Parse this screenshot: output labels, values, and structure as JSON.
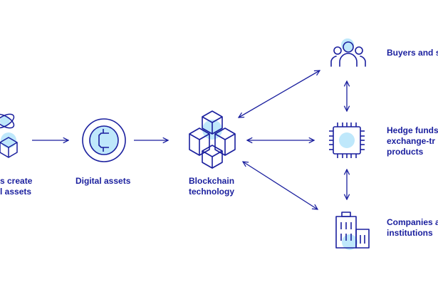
{
  "colors": {
    "ink": "#1a1f9e",
    "accent": "#bfe8fb",
    "background": "#ffffff"
  },
  "nodes": [
    {
      "id": "creators",
      "icon": "atom-cube-icon",
      "label_lines": [
        "s create",
        "l assets"
      ]
    },
    {
      "id": "digital_assets",
      "icon": "currency-coin-icon",
      "label_lines": [
        "Digital assets"
      ]
    },
    {
      "id": "blockchain",
      "icon": "stacked-cubes-icon",
      "label_lines": [
        "Blockchain",
        "technology"
      ]
    },
    {
      "id": "buyers",
      "icon": "people-group-icon",
      "label_lines": [
        "Buyers and s"
      ]
    },
    {
      "id": "hedge_funds",
      "icon": "microchip-icon",
      "label_lines": [
        "Hedge funds",
        "exchange-tr",
        "products"
      ]
    },
    {
      "id": "companies",
      "icon": "office-building-icon",
      "label_lines": [
        "Companies a",
        "institutions"
      ]
    }
  ],
  "edges": [
    {
      "from": "creators",
      "to": "digital_assets",
      "direction": "forward"
    },
    {
      "from": "digital_assets",
      "to": "blockchain",
      "direction": "forward"
    },
    {
      "from": "blockchain",
      "to": "buyers",
      "direction": "both"
    },
    {
      "from": "blockchain",
      "to": "hedge_funds",
      "direction": "both"
    },
    {
      "from": "blockchain",
      "to": "companies",
      "direction": "both"
    },
    {
      "from": "buyers",
      "to": "hedge_funds",
      "direction": "both"
    },
    {
      "from": "hedge_funds",
      "to": "companies",
      "direction": "both"
    }
  ]
}
